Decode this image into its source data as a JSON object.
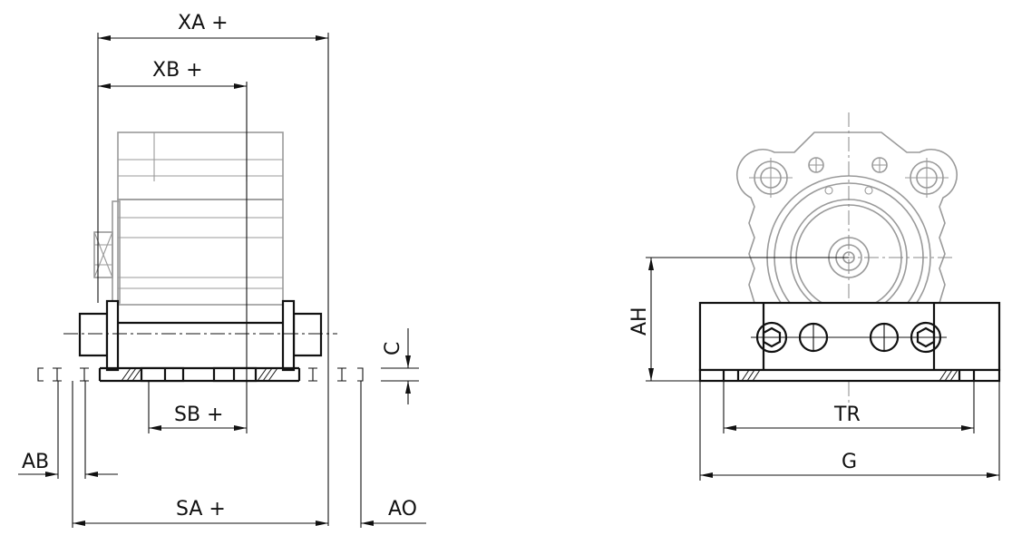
{
  "drawing": {
    "dimensions": {
      "xa": "XA +",
      "xb": "XB +",
      "sb": "SB +",
      "sa": "SA +",
      "c": "C",
      "ab": "AB",
      "ao": "AO",
      "ah": "AH",
      "tr": "TR",
      "g": "G"
    }
  }
}
